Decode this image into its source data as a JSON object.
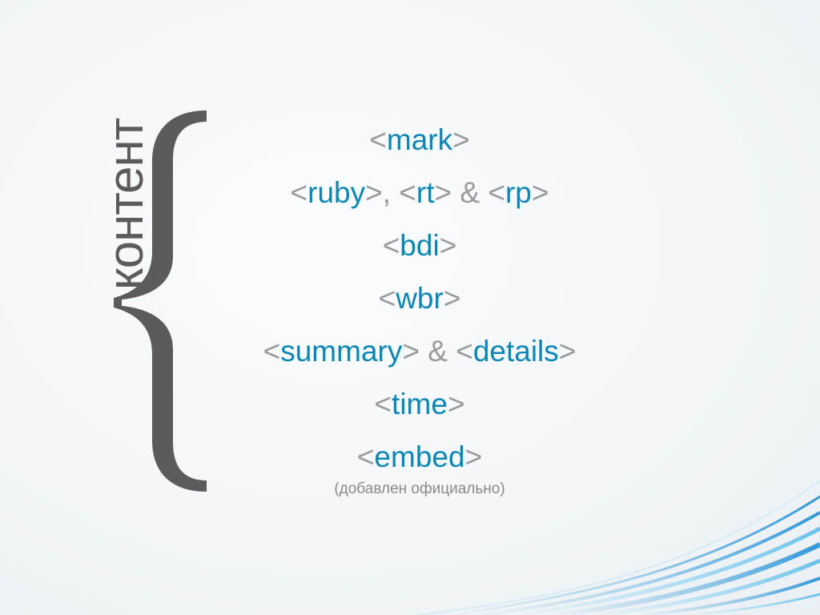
{
  "slide": {
    "vertical_title": "контент",
    "items": [
      [
        {
          "t": "<",
          "k": "br"
        },
        {
          "t": "mark",
          "k": "nm"
        },
        {
          "t": ">",
          "k": "br"
        }
      ],
      [
        {
          "t": "<",
          "k": "br"
        },
        {
          "t": "ruby",
          "k": "nm"
        },
        {
          "t": ">",
          "k": "br"
        },
        {
          "t": ", ",
          "k": "sep"
        },
        {
          "t": "<",
          "k": "br"
        },
        {
          "t": "rt",
          "k": "nm"
        },
        {
          "t": ">",
          "k": "br"
        },
        {
          "t": " & ",
          "k": "sep"
        },
        {
          "t": "<",
          "k": "br"
        },
        {
          "t": "rp",
          "k": "nm"
        },
        {
          "t": ">",
          "k": "br"
        }
      ],
      [
        {
          "t": "<",
          "k": "br"
        },
        {
          "t": "bdi",
          "k": "nm"
        },
        {
          "t": ">",
          "k": "br"
        }
      ],
      [
        {
          "t": "<",
          "k": "br"
        },
        {
          "t": "wbr",
          "k": "nm"
        },
        {
          "t": ">",
          "k": "br"
        }
      ],
      [
        {
          "t": "<",
          "k": "br"
        },
        {
          "t": "summary",
          "k": "nm"
        },
        {
          "t": ">",
          "k": "br"
        },
        {
          "t": " & ",
          "k": "sep"
        },
        {
          "t": "<",
          "k": "br"
        },
        {
          "t": "details",
          "k": "nm"
        },
        {
          "t": ">",
          "k": "br"
        }
      ],
      [
        {
          "t": "<",
          "k": "br"
        },
        {
          "t": "time",
          "k": "nm"
        },
        {
          "t": ">",
          "k": "br"
        }
      ],
      [
        {
          "t": "<",
          "k": "br"
        },
        {
          "t": "embed",
          "k": "nm"
        },
        {
          "t": ">",
          "k": "br"
        }
      ]
    ],
    "note": "(добавлен официально)"
  },
  "colors": {
    "tag_name": "#0b86b5",
    "bracket": "#9a9a9a",
    "title": "#5b5b5b",
    "brace": "#5b5b5b",
    "swoosh": "#1e8fd6"
  },
  "icons": {
    "brace": "curly-brace-shape",
    "decoration": "blue-swoosh-lines"
  }
}
